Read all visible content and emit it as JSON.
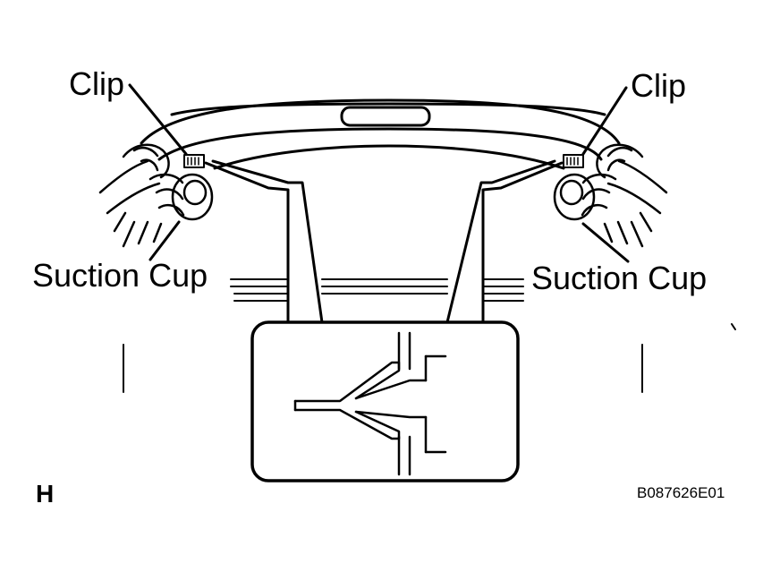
{
  "labels": {
    "clip_left": "Clip",
    "clip_right": "Clip",
    "suction_left": "Suction Cup",
    "suction_right": "Suction Cup"
  },
  "view_letter": "H",
  "figure_code": "B087626E01",
  "colors": {
    "line": "#000000",
    "background": "#ffffff"
  }
}
